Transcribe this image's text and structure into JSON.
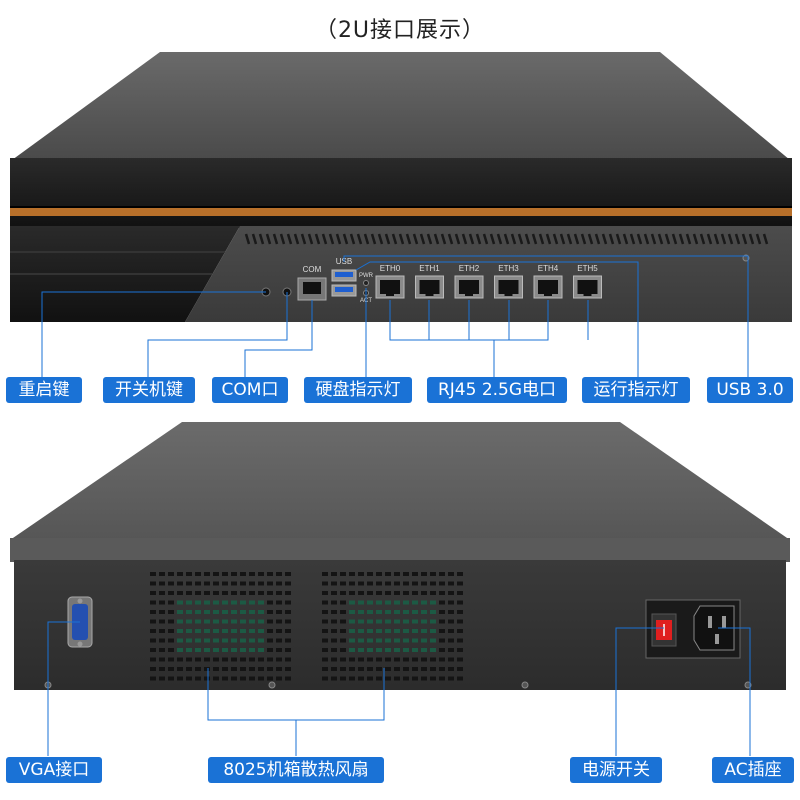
{
  "title": "（2U接口展示）",
  "front_ports": {
    "com": "COM",
    "usb": "USB",
    "pwr": "PWR",
    "act": "ACT",
    "eth": [
      "ETH0",
      "ETH1",
      "ETH2",
      "ETH3",
      "ETH4",
      "ETH5"
    ]
  },
  "front_labels": {
    "reset": "重启键",
    "power_button": "开关机键",
    "com_port": "COM口",
    "hdd_led": "硬盘指示灯",
    "rj45": "RJ45 2.5G电口",
    "run_led": "运行指示灯",
    "usb": "USB 3.0"
  },
  "rear_labels": {
    "vga": "VGA接口",
    "fans": "8025机箱散热风扇",
    "power_switch": "电源开关",
    "ac_socket": "AC插座"
  },
  "colors": {
    "callout_blue": "#1a72d6",
    "accent_orange": "#b8702a",
    "chassis_top": "#5b5b5b",
    "panel_black": "#1b1b1b",
    "rocker_red": "#e01f1f"
  }
}
